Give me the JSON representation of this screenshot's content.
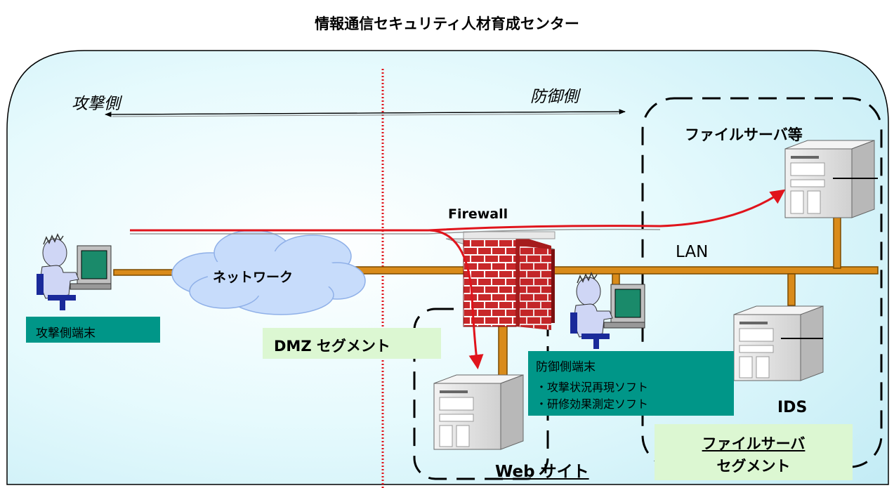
{
  "title": "情報通信セキュリティ人材育成センター",
  "labels": {
    "attacker_side": "攻撃側",
    "defender_side": "防御側",
    "firewall": "Firewall",
    "network": "ネットワーク",
    "lan": "LAN",
    "file_server": "ファイルサーバ等",
    "ids": "IDS",
    "web_site": "Web サイト"
  },
  "attacker_terminal": "攻撃側端末",
  "dmz_segment": "DMZ セグメント",
  "defender_terminal": {
    "title": "防御側端末",
    "items": [
      "・攻撃状況再現ソフト",
      "・研修効果測定ソフト"
    ]
  },
  "file_server_segment": {
    "line1": "ファイルサーバ",
    "line2": "セグメント"
  },
  "colors": {
    "background_fill": "#e0f8fc",
    "attack_path": "#e0141c",
    "cable": "#b8860b",
    "teal_box": "#009688",
    "green_box": "#dcf7d2",
    "firewall_brick": "#c8282a",
    "cloud": "#c7dcfb"
  }
}
